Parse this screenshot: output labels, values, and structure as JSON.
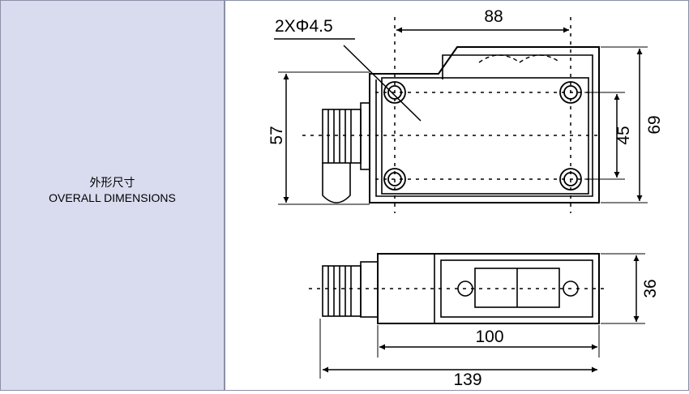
{
  "caption": {
    "chinese": "外形尺寸",
    "english": "OVERALL DIMENSIONS"
  },
  "dimensions": {
    "hole_callout": "2XΦ4.5",
    "hole_spacing_horizontal": "88",
    "hole_spacing_vertical": "45",
    "body_height": "57",
    "total_height": "69",
    "depth": "36",
    "body_length": "100",
    "total_length": "139"
  },
  "colors": {
    "panel_background": "#d9dcef",
    "line": "#000000"
  }
}
